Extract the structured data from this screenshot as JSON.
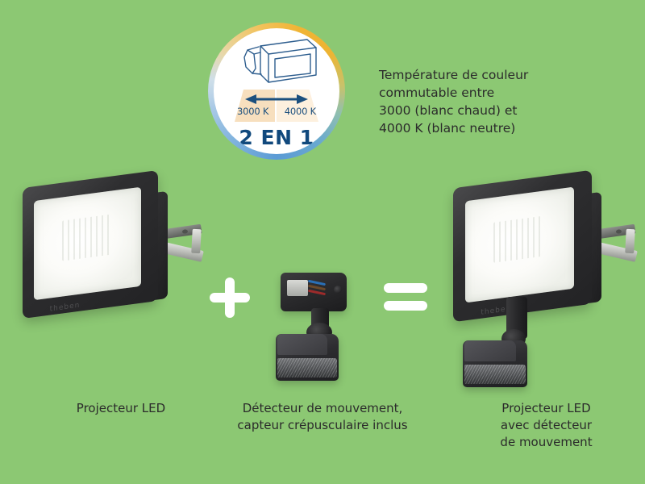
{
  "background_color": "#8cc873",
  "badge": {
    "name": "2-en-1-color-temperature-badge",
    "ring_warm_color": "#f0b434",
    "ring_cool_color": "#5b9bd5",
    "lamp_icon": "floodlight-outline-icon",
    "arrow_icon": "double-arrow-icon",
    "beam_left_label": "3000 K",
    "beam_right_label": "4000 K",
    "title": "2 EN 1",
    "title_color": "#11497d"
  },
  "headline": {
    "line1": "Température de couleur",
    "line2": "commutable entre",
    "line3": "3000 (blanc chaud) et",
    "line4": "4000 K (blanc neutre)"
  },
  "operators": {
    "plus": "+",
    "equals": "="
  },
  "products": {
    "left": {
      "name": "led-floodlight",
      "brand": "theben",
      "caption_line1": "Projecteur LED"
    },
    "middle": {
      "name": "motion-detector",
      "caption_line1": "Détecteur de mouvement,",
      "caption_line2": "capteur crépusculaire inclus"
    },
    "right": {
      "name": "led-floodlight-with-motion-detector",
      "brand": "theben",
      "caption_line1": "Projecteur LED",
      "caption_line2": "avec détecteur",
      "caption_line3": "de mouvement"
    }
  }
}
